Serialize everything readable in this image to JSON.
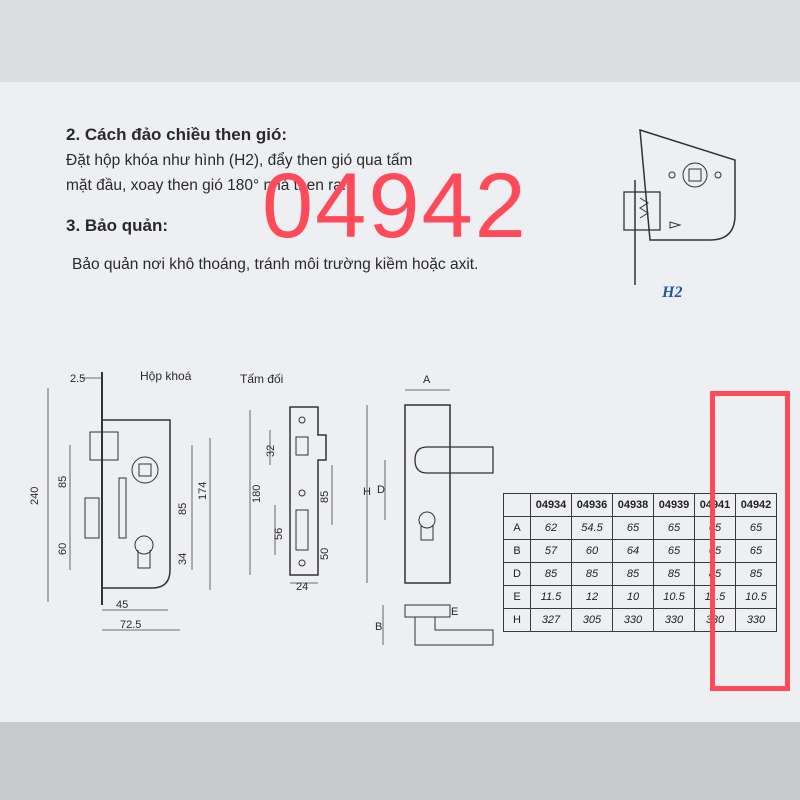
{
  "instructions": {
    "section2_title": "2. Cách đảo chiều then gió:",
    "section2_line1": "Đặt hộp khóa như hình (H2), đẩy then gió qua tấm",
    "section2_line2": "mặt đầu, xoay then gió 180° nhả then ra.",
    "section3_title": "3. Bảo quản:",
    "section3_line1": "Bảo quản nơi khô thoáng, tránh môi trường kiềm hoặc axit."
  },
  "overlay_code": "04942",
  "h2_label": "H2",
  "diagram": {
    "lock_box_label": "Hộp khoá",
    "strike_plate_label": "Tấm đối",
    "dims": {
      "d2_5": "2.5",
      "d240": "240",
      "d85a": "85",
      "d60": "60",
      "d85b": "85",
      "d174": "174",
      "d34": "34",
      "d45": "45",
      "d72_5": "72.5",
      "d32": "32",
      "d180": "180",
      "d85c": "85",
      "d56": "56",
      "d50": "50",
      "d24": "24",
      "A": "A",
      "H": "H",
      "D": "D",
      "B": "B",
      "E": "E"
    }
  },
  "spec_table": {
    "columns": [
      "04934",
      "04936",
      "04938",
      "04939",
      "04941",
      "04942"
    ],
    "rows": [
      {
        "label": "A",
        "values": [
          "62",
          "54.5",
          "65",
          "65",
          "65",
          "65"
        ]
      },
      {
        "label": "B",
        "values": [
          "57",
          "60",
          "64",
          "65",
          "65",
          "65"
        ]
      },
      {
        "label": "D",
        "values": [
          "85",
          "85",
          "85",
          "85",
          "85",
          "85"
        ]
      },
      {
        "label": "E",
        "values": [
          "11.5",
          "12",
          "10",
          "10.5",
          "11.5",
          "10.5"
        ]
      },
      {
        "label": "H",
        "values": [
          "327",
          "305",
          "330",
          "330",
          "330",
          "330"
        ]
      }
    ]
  },
  "highlight_color": "#ff4a5a"
}
